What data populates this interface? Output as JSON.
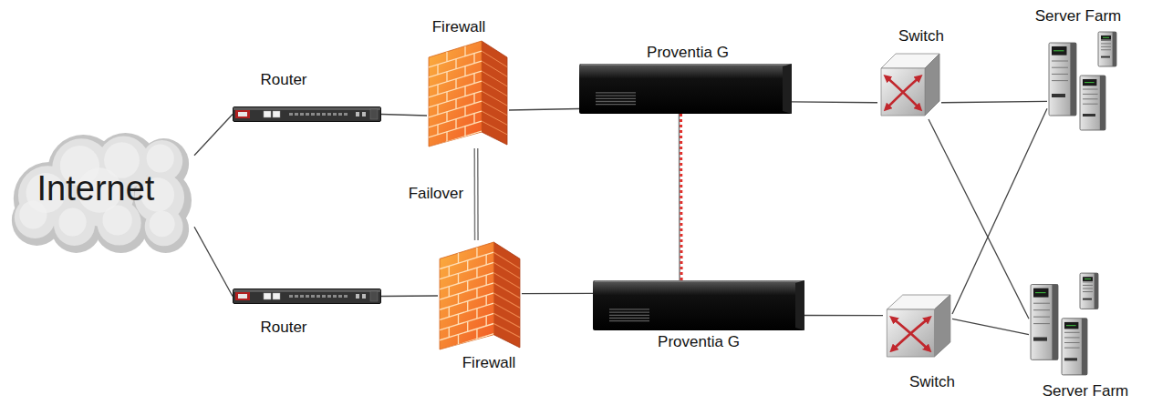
{
  "diagram": {
    "nodes": [
      {
        "text": [
          "Internet"
        ]
      },
      {
        "text": [
          "Router"
        ]
      },
      {
        "text": [
          "Firewall"
        ]
      },
      {
        "text": [
          "Proventia G"
        ]
      },
      {
        "text": [
          "Switch"
        ]
      },
      {
        "text": [
          "Server Farm"
        ]
      },
      {
        "text": [
          "Router"
        ]
      },
      {
        "text": [
          "Firewall"
        ]
      },
      {
        "text": [
          "Proventia G"
        ]
      },
      {
        "text": [
          "Switch"
        ]
      },
      {
        "text": [
          "Server Farm"
        ]
      }
    ],
    "edges": [
      {
        "from": 0,
        "to": 1,
        "arrow": "none"
      },
      {
        "from": 0,
        "to": 6,
        "arrow": "none"
      },
      {
        "from": 1,
        "to": 2,
        "arrow": "none"
      },
      {
        "from": 2,
        "to": 7,
        "label": "Failover",
        "arrow": "none"
      },
      {
        "from": 6,
        "to": 7,
        "arrow": "none"
      },
      {
        "from": 2,
        "to": 3,
        "arrow": "none"
      },
      {
        "from": 3,
        "to": 8,
        "arrow": "none"
      },
      {
        "from": 7,
        "to": 8,
        "arrow": "none"
      },
      {
        "from": 3,
        "to": 4,
        "arrow": "none"
      },
      {
        "from": 8,
        "to": 9,
        "arrow": "none"
      },
      {
        "from": 4,
        "to": 5,
        "arrow": "none"
      },
      {
        "from": 4,
        "to": 10,
        "arrow": "none"
      },
      {
        "from": 9,
        "to": 5,
        "arrow": "none"
      },
      {
        "from": 9,
        "to": 10,
        "arrow": "none"
      }
    ]
  }
}
